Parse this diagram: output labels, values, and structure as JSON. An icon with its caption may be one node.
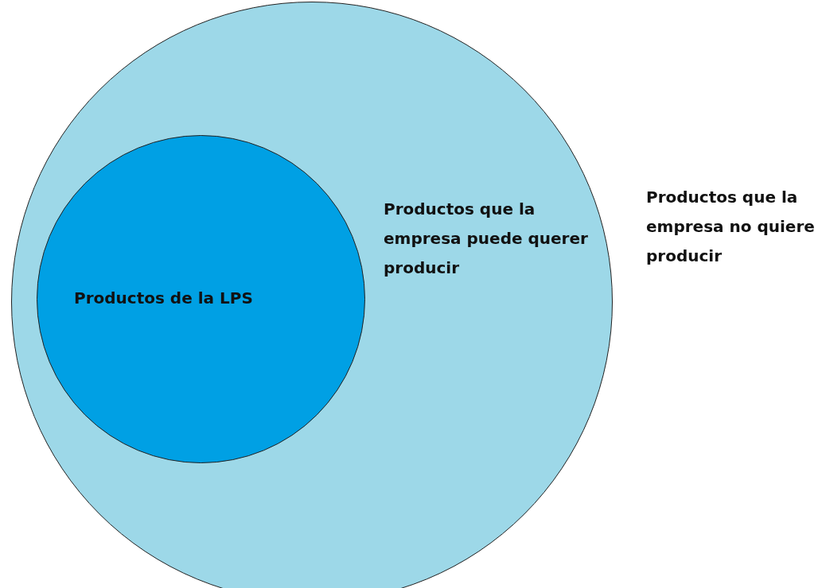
{
  "diagram": {
    "nodes": [
      {
        "text": [
          "Productos que la empresa puede querer producir"
        ]
      },
      {
        "text": [
          "Productos de la LPS"
        ],
        "in": 0
      }
    ],
    "labels": [
      "Productos que la empresa no quiere producir"
    ]
  }
}
